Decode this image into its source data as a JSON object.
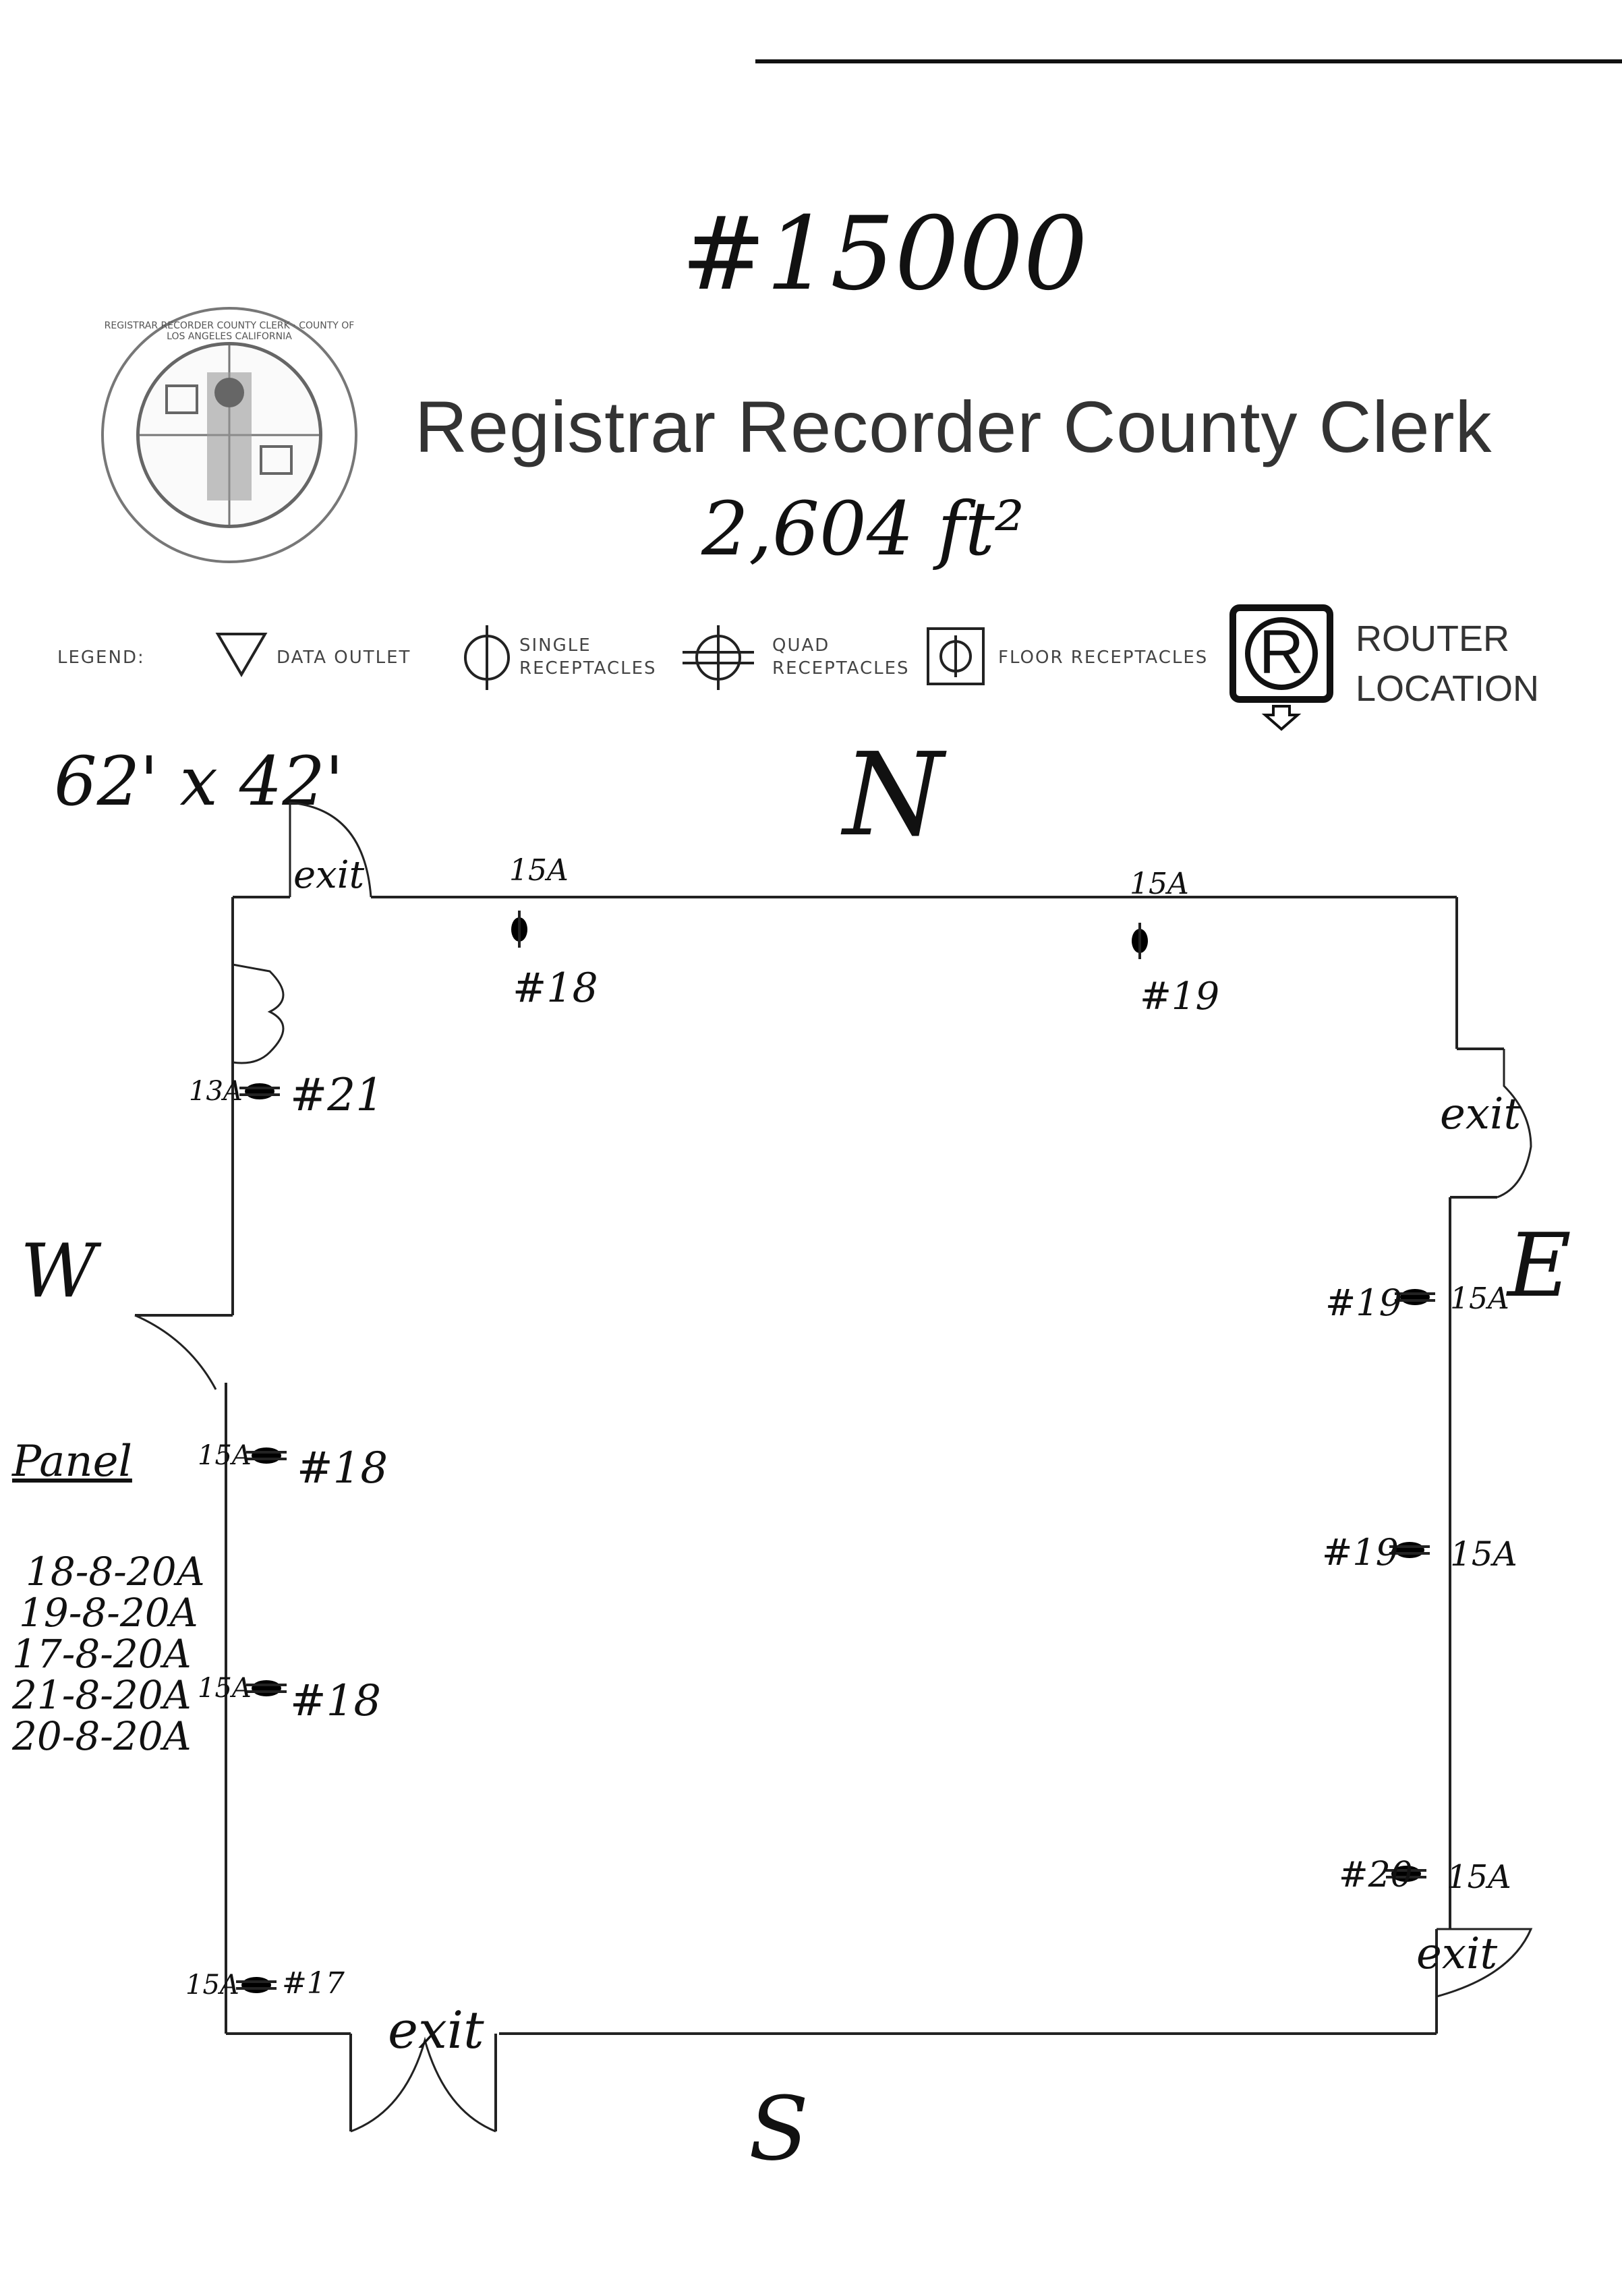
{
  "header": {
    "handwritten_id": "#15000",
    "title": "Registrar Recorder County Clerk",
    "area": "2,604 ft²",
    "dimensions": "62' x 42'"
  },
  "seal": {
    "text": "REGISTRAR RECORDER COUNTY CLERK · COUNTY OF LOS ANGELES CALIFORNIA"
  },
  "legend": {
    "label": "LEGEND:",
    "items": [
      {
        "symbol": "triangle-icon",
        "label": "DATA OUTLET"
      },
      {
        "symbol": "single-receptacle-icon",
        "label": "SINGLE RECEPTACLES"
      },
      {
        "symbol": "quad-receptacle-icon",
        "label": "QUAD RECEPTACLES"
      },
      {
        "symbol": "floor-receptacle-icon",
        "label": "FLOOR RECEPTACLES"
      }
    ],
    "router": {
      "symbol": "R",
      "line1": "ROUTER",
      "line2": "LOCATION"
    }
  },
  "compass": {
    "north": "N",
    "south": "S",
    "east": "E",
    "west": "W"
  },
  "exits": [
    "exit",
    "exit",
    "exit",
    "exit"
  ],
  "receptacles": {
    "north_left": {
      "amp": "15A",
      "circuit": "#18"
    },
    "north_right": {
      "amp": "15A",
      "circuit": "#19"
    },
    "west_1": {
      "amp": "13A",
      "circuit": "#21"
    },
    "west_2": {
      "amp": "15A",
      "circuit": "#18"
    },
    "west_3": {
      "amp": "15A",
      "circuit": "#18"
    },
    "west_4": {
      "amp": "15A",
      "circuit": "#17"
    },
    "east_1": {
      "amp": "15A",
      "circuit": "#19"
    },
    "east_2": {
      "amp": "15A",
      "circuit": "#19"
    },
    "east_3": {
      "amp": "15A",
      "circuit": "#20"
    }
  },
  "panel": {
    "title": "Panel",
    "lines": [
      "18-8-20A",
      "19-8-20A",
      "17-8-20A",
      "21-8-20A",
      "20-8-20A"
    ]
  }
}
